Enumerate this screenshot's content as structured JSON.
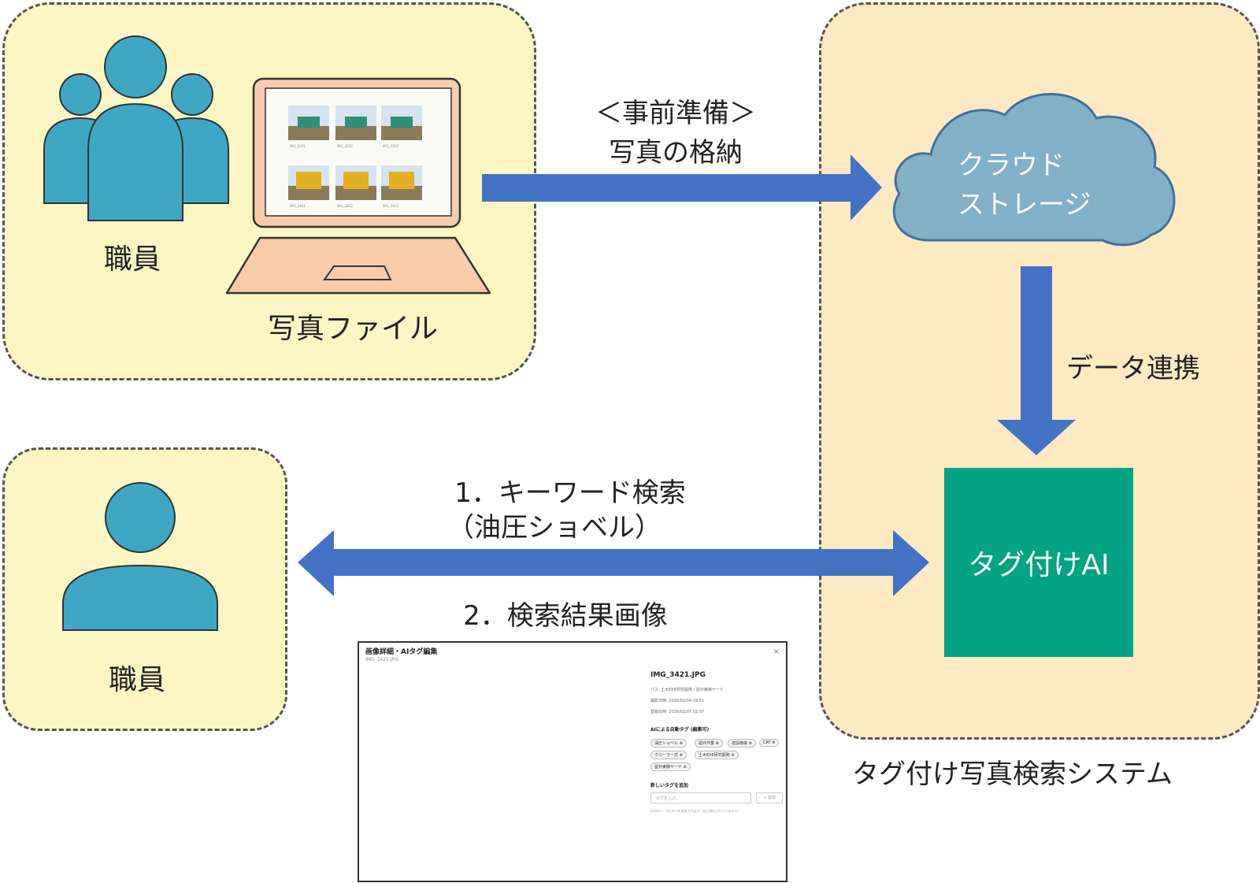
{
  "labels": {
    "staff_top": "職員",
    "photo_file": "写真ファイル",
    "prep_line1": "＜事前準備＞",
    "prep_line2": "写真の格納",
    "cloud_line1": "クラウド",
    "cloud_line2": "ストレージ",
    "data_link": "データ連携",
    "tag_ai": "タグ付けAI",
    "system_name": "タグ付け写真検索システム",
    "search_line1": "1．キーワード検索",
    "search_line2": "（油圧ショベル）",
    "result": "2．検索結果画像",
    "staff_bottom": "職員"
  },
  "screenshot": {
    "title": "画像詳細・AIタグ編集",
    "subtitle": "IMG_3421.JPG",
    "close": "×",
    "filename": "IMG_3421.JPG",
    "meta": [
      "パス: 土木EXE研究開発 / 屋外実験ヤード",
      "撮影日時: 2026/02/04 19:51",
      "登録日時: 2026/02/07 02:07"
    ],
    "tags_heading": "AIによる自動タグ (編集可)",
    "tags": [
      "油圧ショベル ⊗",
      "屋外作業 ⊗",
      "建設機械 ⊗",
      "CAT ⊗",
      "クローラー式 ⊗",
      "土木EXE研究開発 ⊗",
      "屋外実験ヤード ⊗"
    ],
    "new_tag_heading": "新しいタグを追加",
    "input_placeholder": "タグを入力...",
    "add_button": "+ 追加",
    "hint": "Enterキーでもタグを追加できます（まだ保存されていません）"
  },
  "thumbnails": {
    "labels": [
      "IMG_4201",
      "IMG_4202",
      "IMG_4203",
      "IMG_3421",
      "IMG_3422",
      "IMG_3423"
    ]
  },
  "colors": {
    "person": "#3ea8c4",
    "arrow": "#4472c4",
    "cloud": "#82b0c6",
    "ai_box": "#04a383",
    "panel_yellow": "#fbf6c3",
    "panel_orange": "#fde9c2",
    "laptop": "#f8cbad"
  }
}
